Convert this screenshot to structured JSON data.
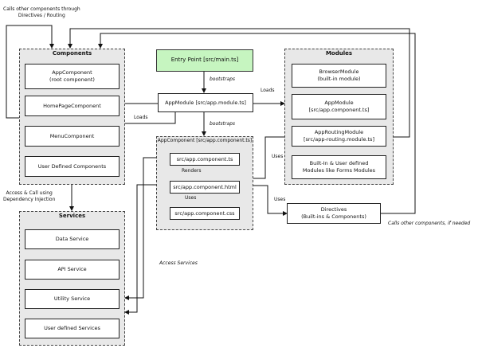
{
  "entry": {
    "line1": "Entry Point [src/main.ts]"
  },
  "app_module": {
    "line1": "AppModule [src/app.module.ts]"
  },
  "components": {
    "title": "Components",
    "items": [
      {
        "line1": "AppComponent",
        "line2": "(root component)"
      },
      {
        "line1": "HomePageComponent"
      },
      {
        "line1": "MenuComponent"
      },
      {
        "line1": "User Defined Components"
      }
    ]
  },
  "modules": {
    "title": "Modules",
    "items": [
      {
        "line1": "BrowserModule",
        "line2": "(built-in module)"
      },
      {
        "line1": "AppModule",
        "line2": "[src/app.component.ts]"
      },
      {
        "line1": "AppRoutingModule",
        "line2": "[src/app-routing.module.ts]"
      },
      {
        "line1": "Built-In & User defined",
        "line2": "Modules like Forms Modules"
      }
    ]
  },
  "app_component": {
    "title": "AppComponent [src/app.component.ts]",
    "ts": "src/app.component.ts",
    "html": "src/app.component.html",
    "css": "src/app.component.css"
  },
  "services": {
    "title": "Services",
    "items": [
      "Data Service",
      "API Service",
      "Utility Service",
      "User defined Services"
    ]
  },
  "directives": {
    "line1": "Directives",
    "line2": "(Built-ins & Components)"
  },
  "labels": {
    "calls_top_1": "Calls other components through",
    "calls_top_2": "Directives / Routing",
    "bootstraps_1": "bootstraps",
    "loads_right": "Loads",
    "loads_left": "Loads",
    "bootstraps_2": "bootstraps",
    "renders": "Renders",
    "uses_1": "Uses",
    "uses_2": "Uses",
    "uses_3": "Uses",
    "access_call_1": "Access & Call using",
    "access_call_2": "Dependency Injection",
    "access_services": "Access Services",
    "calls_if_needed": "Calls other components, if needed"
  }
}
